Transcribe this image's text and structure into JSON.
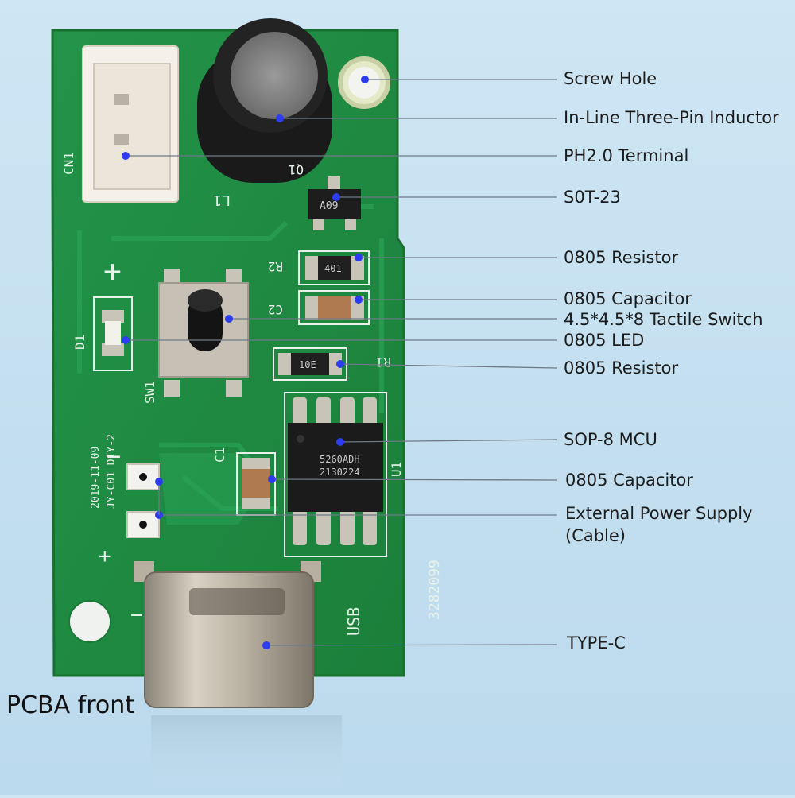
{
  "caption": "PCBA front",
  "colors": {
    "board": "#1f8a3e",
    "board_edge": "#17702f",
    "leader": "#6d7a86",
    "dot": "#2d3cf0",
    "pad": "#c9c4b8"
  },
  "annotations": [
    {
      "id": "screw-hole",
      "text": "Screw Hole"
    },
    {
      "id": "inductor",
      "text": "In-Line Three-Pin Inductor"
    },
    {
      "id": "ph20-terminal",
      "text": "PH2.0 Terminal"
    },
    {
      "id": "sot23",
      "text": "S0T-23"
    },
    {
      "id": "resistor-top",
      "text": "0805 Resistor"
    },
    {
      "id": "capacitor-top",
      "text": "0805 Capacitor"
    },
    {
      "id": "tactile-switch",
      "text": "4.5*4.5*8 Tactile Switch"
    },
    {
      "id": "led",
      "text": "0805 LED"
    },
    {
      "id": "resistor-mid",
      "text": "0805 Resistor"
    },
    {
      "id": "mcu",
      "text": "SOP-8 MCU"
    },
    {
      "id": "capacitor-bottom",
      "text": "0805 Capacitor"
    },
    {
      "id": "ext-power",
      "text": "External Power Supply (Cable)"
    },
    {
      "id": "type-c",
      "text": "TYPE-C"
    }
  ],
  "silkscreen": {
    "cn1": "CN1",
    "l1": "L1",
    "q1": "Q1",
    "r2": "R2",
    "c2": "C2",
    "d1": "D1",
    "sw1": "SW1",
    "r1": "R1",
    "c1": "C1",
    "u1": "U1",
    "usb": "USB",
    "serial": "3282099",
    "date": "2019-11-09",
    "model": "JY-C01 DIY-2",
    "plus_top": "+",
    "minus": "−",
    "plus_bottom": "+",
    "minus_usb": "−"
  },
  "chip_marks": {
    "sot23": "A09",
    "resistor_top": "401",
    "resistor_mid": "10E",
    "mcu_line1": "5260ADH",
    "mcu_line2": "2130224"
  }
}
